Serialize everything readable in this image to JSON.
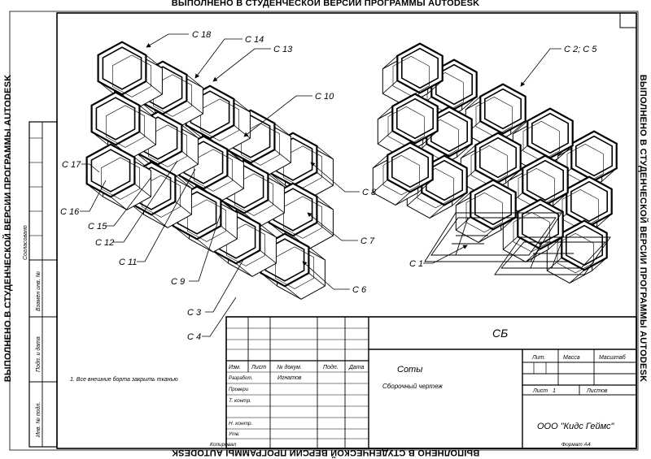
{
  "watermark": "ВЫПОЛНЕНО В СТУДЕНЧЕСКОЙ ВЕРСИИ ПРОГРАММЫ AUTODESK",
  "callouts": [
    {
      "id": "c18",
      "label": "С 18"
    },
    {
      "id": "c14",
      "label": "С 14"
    },
    {
      "id": "c13",
      "label": "С 13"
    },
    {
      "id": "c10",
      "label": "С 10"
    },
    {
      "id": "c8",
      "label": "С 8"
    },
    {
      "id": "c7",
      "label": "С 7"
    },
    {
      "id": "c6",
      "label": "С 6"
    },
    {
      "id": "c4",
      "label": "С 4"
    },
    {
      "id": "c3",
      "label": "С 3"
    },
    {
      "id": "c9",
      "label": "С 9"
    },
    {
      "id": "c11",
      "label": "С 11"
    },
    {
      "id": "c12",
      "label": "С 12"
    },
    {
      "id": "c15",
      "label": "С 15"
    },
    {
      "id": "c16",
      "label": "С 16"
    },
    {
      "id": "c17",
      "label": "С 17"
    },
    {
      "id": "c25",
      "label": "С 2; С 5"
    },
    {
      "id": "c1",
      "label": "С 1"
    }
  ],
  "left_strip": {
    "soglasovano": "Согласовано",
    "vzam": "Взамен инв. №",
    "podp_data": "Подп. и дата",
    "inv_podl": "Инв. № подл."
  },
  "note": "1.    Все внешние борта закрыть тканью",
  "title_block": {
    "code": "СБ",
    "name": "Соты",
    "doc_type": "Сборочный чертеж",
    "company": "ООО  \"Кидс Геймс\"",
    "h_izm": "Изм.",
    "h_list": "Лист",
    "h_ndok": "№ докум.",
    "h_podp": "Подп.",
    "h_data": "Дата",
    "r_razrab": "Разработ.",
    "razrab_name": "Игнатов",
    "r_prov": "Провери",
    "r_tkontr": "Т. контр.",
    "r_nkontr": "Н. контр.",
    "r_utv": "Утв.",
    "h_lit": "Лит.",
    "h_massa": "Масса",
    "h_masshtab": "Масштаб",
    "sheet_label": "Лист",
    "sheet_num": "1",
    "sheets_label": "Листов"
  },
  "footer": {
    "kopiroval": "Копировал",
    "format": "Формат  А4"
  }
}
